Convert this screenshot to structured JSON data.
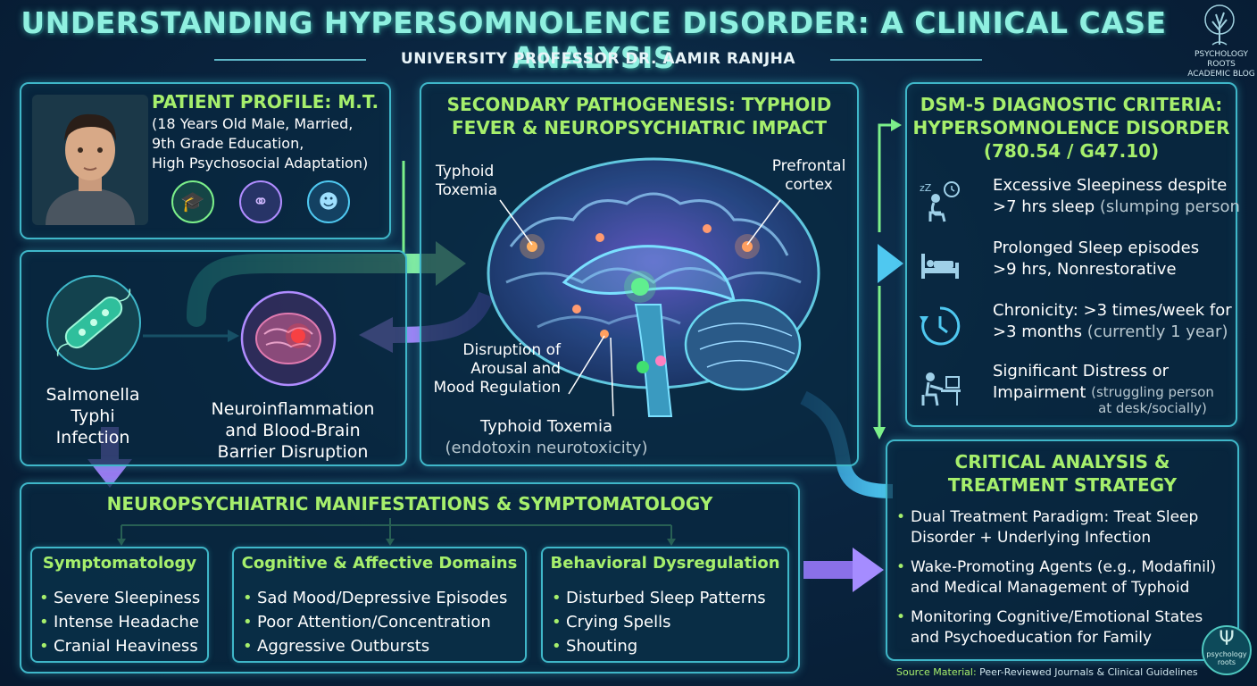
{
  "header": {
    "title": "UNDERSTANDING HYPERSOMNOLENCE DISORDER: A CLINICAL CASE ANALYSIS",
    "subtitle": "UNIVERSITY PROFESSOR DR. AAMIR RANJHA",
    "blog_name_line1": "PSYCHOLOGY ROOTS",
    "blog_name_line2": "ACADEMIC BLOG"
  },
  "patient": {
    "heading": "PATIENT PROFILE: M.T.",
    "line1": "(18 Years Old Male, Married,",
    "line2": "9th Grade Education,",
    "line3": "High Psychosocial Adaptation)",
    "icons": [
      "graduation-cap-icon",
      "married-couple-icon",
      "community-icon"
    ]
  },
  "pathway": {
    "infection_label_1": "Salmonella Typhi",
    "infection_label_2": "Infection",
    "neuro_label_1": "Neuroinflammation",
    "neuro_label_2": "and Blood-Brain",
    "neuro_label_3": "Barrier Disruption"
  },
  "brain": {
    "heading_1": "SECONDARY PATHOGENESIS: TYPHOID",
    "heading_2": "FEVER & NEUROPSYCHIATRIC IMPACT",
    "label_toxemia_1": "Typhoid",
    "label_toxemia_2": "Toxemia",
    "label_prefrontal_1": "Prefrontal",
    "label_prefrontal_2": "cortex",
    "label_arousal_1": "Disruption of",
    "label_arousal_2": "Arousal and",
    "label_arousal_3": "Mood Regulation",
    "label_bottom_1": "Typhoid Toxemia",
    "label_bottom_2": "(endotoxin neurotoxicity)"
  },
  "dsm": {
    "heading_1": "DSM-5 DIAGNOSTIC CRITERIA:",
    "heading_2": "HYPERSOMNOLENCE DISORDER",
    "heading_3": "(780.54 / G47.10)",
    "c1_a": "Excessive Sleepiness despite",
    "c1_b": ">7 hrs sleep",
    "c1_note": "(slumping person",
    "c2_a": "Prolonged Sleep episodes",
    "c2_b": ">9 hrs, Nonrestorative",
    "c3_a": "Chronicity: >3 times/week for",
    "c3_b": ">3 months",
    "c3_note": "(currently 1 year)",
    "c4_a": "Significant Distress or",
    "c4_b": "Impairment",
    "c4_note_1": "(struggling person",
    "c4_note_2": "at desk/socially)"
  },
  "manifest": {
    "heading": "NEUROPSYCHIATRIC MANIFESTATIONS & SYMPTOMATOLOGY",
    "col1": {
      "title": "Symptomatology",
      "items": [
        "Severe Sleepiness",
        "Intense Headache",
        "Cranial Heaviness"
      ]
    },
    "col2": {
      "title": "Cognitive & Affective Domains",
      "items": [
        "Sad Mood/Depressive Episodes",
        "Poor Attention/Concentration",
        "Aggressive Outbursts"
      ]
    },
    "col3": {
      "title": "Behavioral Dysregulation",
      "items": [
        "Disturbed Sleep Patterns",
        "Crying Spells",
        "Shouting"
      ]
    }
  },
  "treatment": {
    "heading_1": "CRITICAL ANALYSIS &",
    "heading_2": "TREATMENT STRATEGY",
    "b1_a": "Dual Treatment Paradigm: Treat Sleep",
    "b1_b": "Disorder + Underlying Infection",
    "b2_a": "Wake-Promoting Agents (e.g., Modafinil)",
    "b2_b": "and Medical Management of Typhoid",
    "b3_a": "Monitoring Cognitive/Emotional States",
    "b3_b": "and Psychoeducation for Family"
  },
  "footer": {
    "source_label": "Source Material:",
    "source_text": "Peer-Reviewed Journals & Clinical Guidelines",
    "badge_symbol": "Ψ",
    "badge_line1": "psychology",
    "badge_line2": "roots"
  },
  "colors": {
    "accent_cyan": "#3fb7c9",
    "heading_green": "#a6ef6c",
    "arrow_green": "#7cf08a",
    "arrow_purple": "#9a7af0",
    "arrow_blue": "#3fa8e0",
    "title_teal": "#8ff0e0"
  }
}
